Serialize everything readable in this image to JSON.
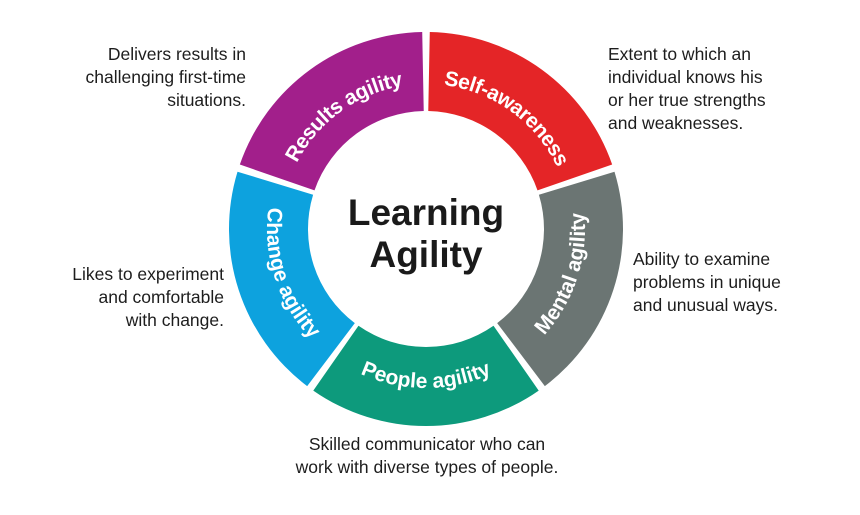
{
  "diagram": {
    "center": {
      "line1": "Learning",
      "line2": "Agility"
    },
    "segments": [
      {
        "id": "results",
        "label": "Results agility",
        "color": "#a21f8b"
      },
      {
        "id": "self",
        "label": "Self-awareness",
        "color": "#e42527"
      },
      {
        "id": "mental",
        "label": "Mental agility",
        "color": "#6b7573"
      },
      {
        "id": "people",
        "label": "People agility",
        "color": "#0d9a7c"
      },
      {
        "id": "change",
        "label": "Change agility",
        "color": "#0da2de"
      }
    ],
    "descriptions": {
      "results": [
        "Delivers results in",
        "challenging first-time",
        "situations."
      ],
      "self": [
        "Extent to which an",
        "individual knows his",
        "or her true strengths",
        "and weaknesses."
      ],
      "mental": [
        "Ability to examine",
        "problems in unique",
        "and unusual ways."
      ],
      "people": [
        "Skilled communicator who can",
        "work with diverse types of people."
      ],
      "change": [
        "Likes to experiment",
        "and comfortable",
        "with change."
      ]
    }
  }
}
